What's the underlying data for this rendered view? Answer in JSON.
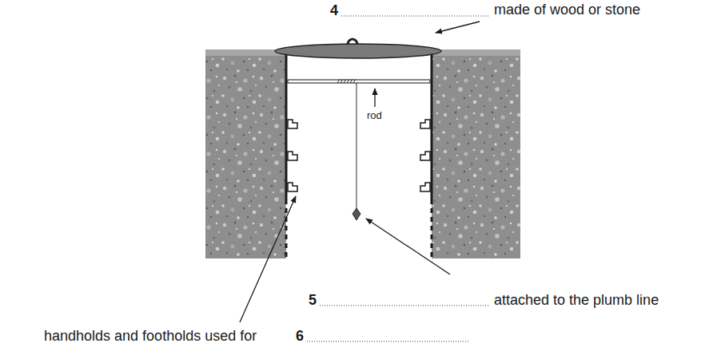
{
  "diagram": {
    "labels": [
      "4",
      "made of wood or stone",
      "rod",
      "5",
      "attached to the plumb line",
      "handholds and footholds used for",
      "6"
    ]
  }
}
